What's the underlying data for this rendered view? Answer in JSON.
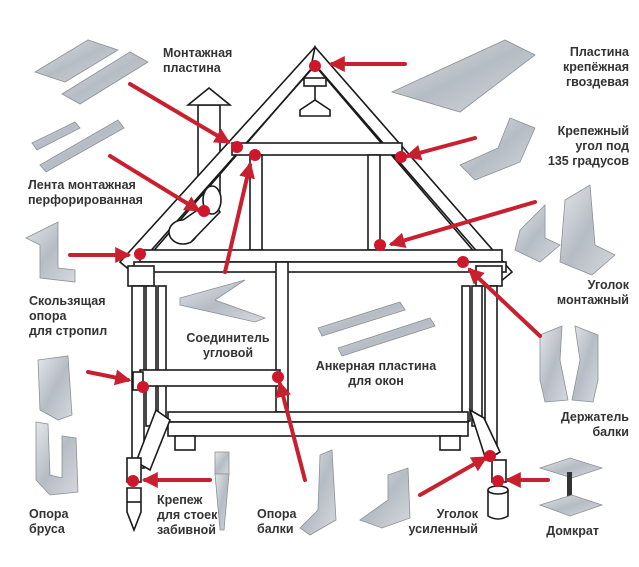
{
  "colors": {
    "accent": "#c8202e",
    "line": "#1a1a1a",
    "metal": "#b9bec4",
    "text": "#333333"
  },
  "labels": {
    "mounting_plate": [
      "Монтажная",
      "пластина"
    ],
    "nail_plate": [
      "Пластина",
      "крепёжная",
      "гвоздевая"
    ],
    "angle_135": [
      "Крепежный",
      "угол под",
      "135 градусов"
    ],
    "perforated_tape": [
      "Лента монтажная",
      "перфорированная"
    ],
    "sliding_support": [
      "Скользящая",
      "опора",
      "для стропил"
    ],
    "mounting_corner": [
      "Уголок",
      "монтажный"
    ],
    "corner_connector": [
      "Соединитель",
      "угловой"
    ],
    "window_anchor": [
      "Анкерная пластина",
      "для окон"
    ],
    "beam_holder": [
      "Держатель",
      "балки"
    ],
    "timber_support": [
      "Опора",
      "бруса"
    ],
    "post_spike": [
      "Крепеж",
      "для стоек",
      "забивной"
    ],
    "beam_support": [
      "Опора",
      "балки"
    ],
    "reinforced_corner": [
      "Уголок",
      "усиленный"
    ],
    "jack": [
      "Домкрат"
    ]
  }
}
